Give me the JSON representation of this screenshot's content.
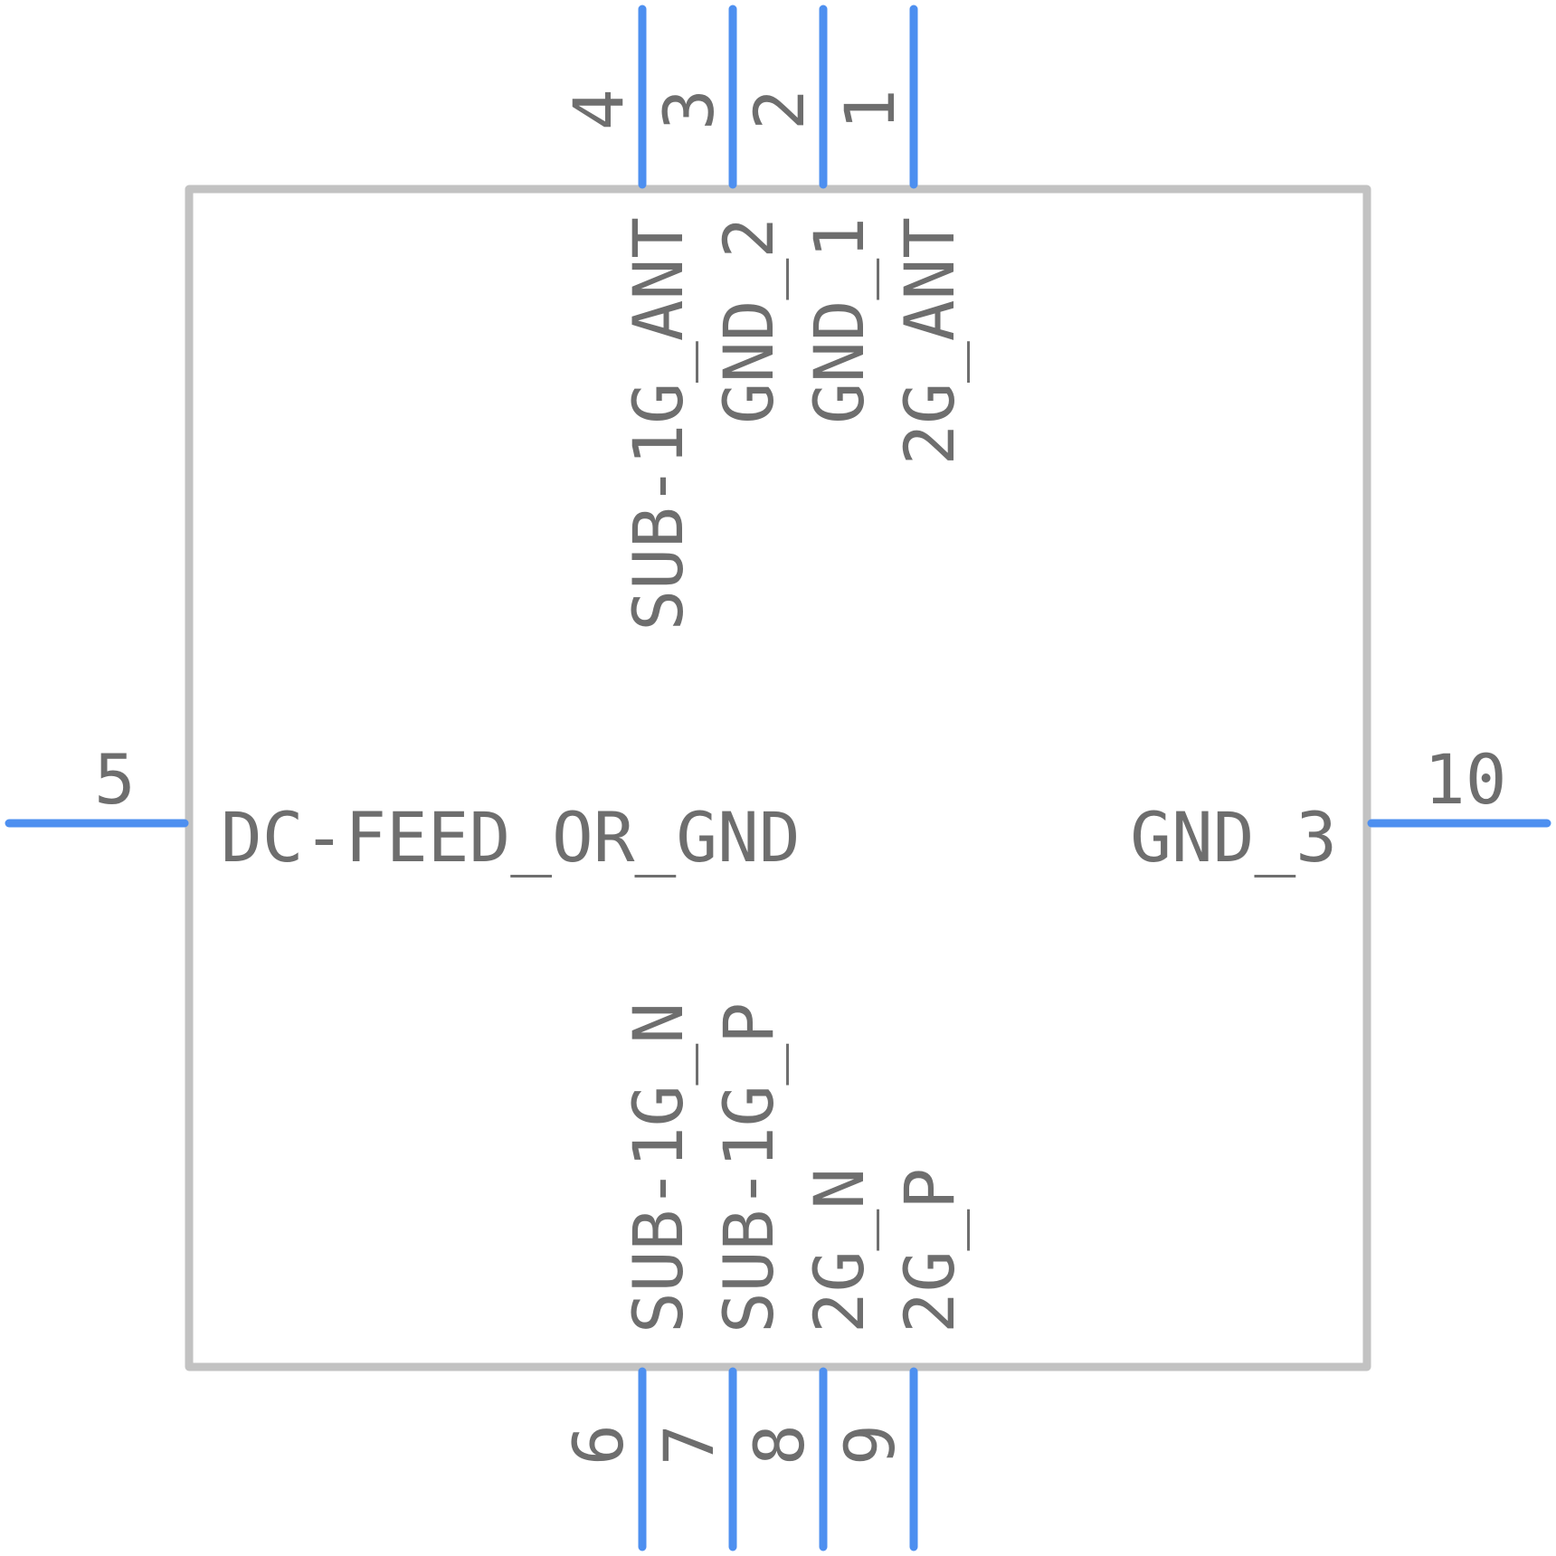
{
  "component": {
    "body_color": "#c2c2c2",
    "pin_color": "#4d8ff0",
    "text_color": "#6e6e6e",
    "pins": {
      "p1": {
        "number": "1",
        "name": "2G_ANT"
      },
      "p2": {
        "number": "2",
        "name": "GND_1"
      },
      "p3": {
        "number": "3",
        "name": "GND_2"
      },
      "p4": {
        "number": "4",
        "name": "SUB-1G_ANT"
      },
      "p5": {
        "number": "5",
        "name": "DC-FEED_OR_GND"
      },
      "p6": {
        "number": "6",
        "name": "SUB-1G_N"
      },
      "p7": {
        "number": "7",
        "name": "SUB-1G_P"
      },
      "p8": {
        "number": "8",
        "name": "2G_N"
      },
      "p9": {
        "number": "9",
        "name": "2G_P"
      },
      "p10": {
        "number": "10",
        "name": "GND_3"
      }
    }
  }
}
